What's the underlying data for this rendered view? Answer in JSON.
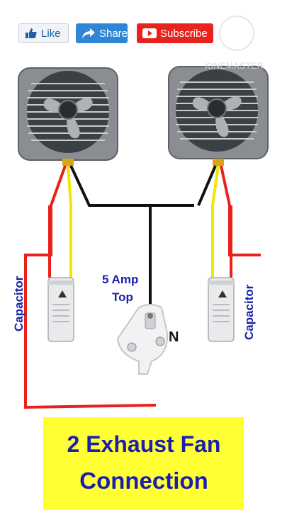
{
  "toolbar": {
    "like_label": "Like",
    "share_label": "Share",
    "subscribe_label": "Subscribe",
    "watermark_text": "KINEMASTER",
    "watermark_icon": "kinemaster-logo-icon"
  },
  "labels": {
    "capacitor_left": "Capacitor",
    "capacitor_right": "Capacitor",
    "plug_line1": "5 Amp",
    "plug_line2": "Top",
    "neutral": "N"
  },
  "banner": {
    "line1": "2 Exhaust Fan",
    "line2": "Connection"
  },
  "colors": {
    "phase_wire": "#e8221b",
    "neutral_wire": "#111111",
    "capacitor_wire": "#f2e600",
    "text_blue": "#1a22a8",
    "banner_bg": "#ffff33"
  },
  "icons": [
    "thumbs-up-icon",
    "share-arrow-icon",
    "play-icon",
    "exhaust-fan-icon",
    "capacitor-icon",
    "plug-icon"
  ]
}
